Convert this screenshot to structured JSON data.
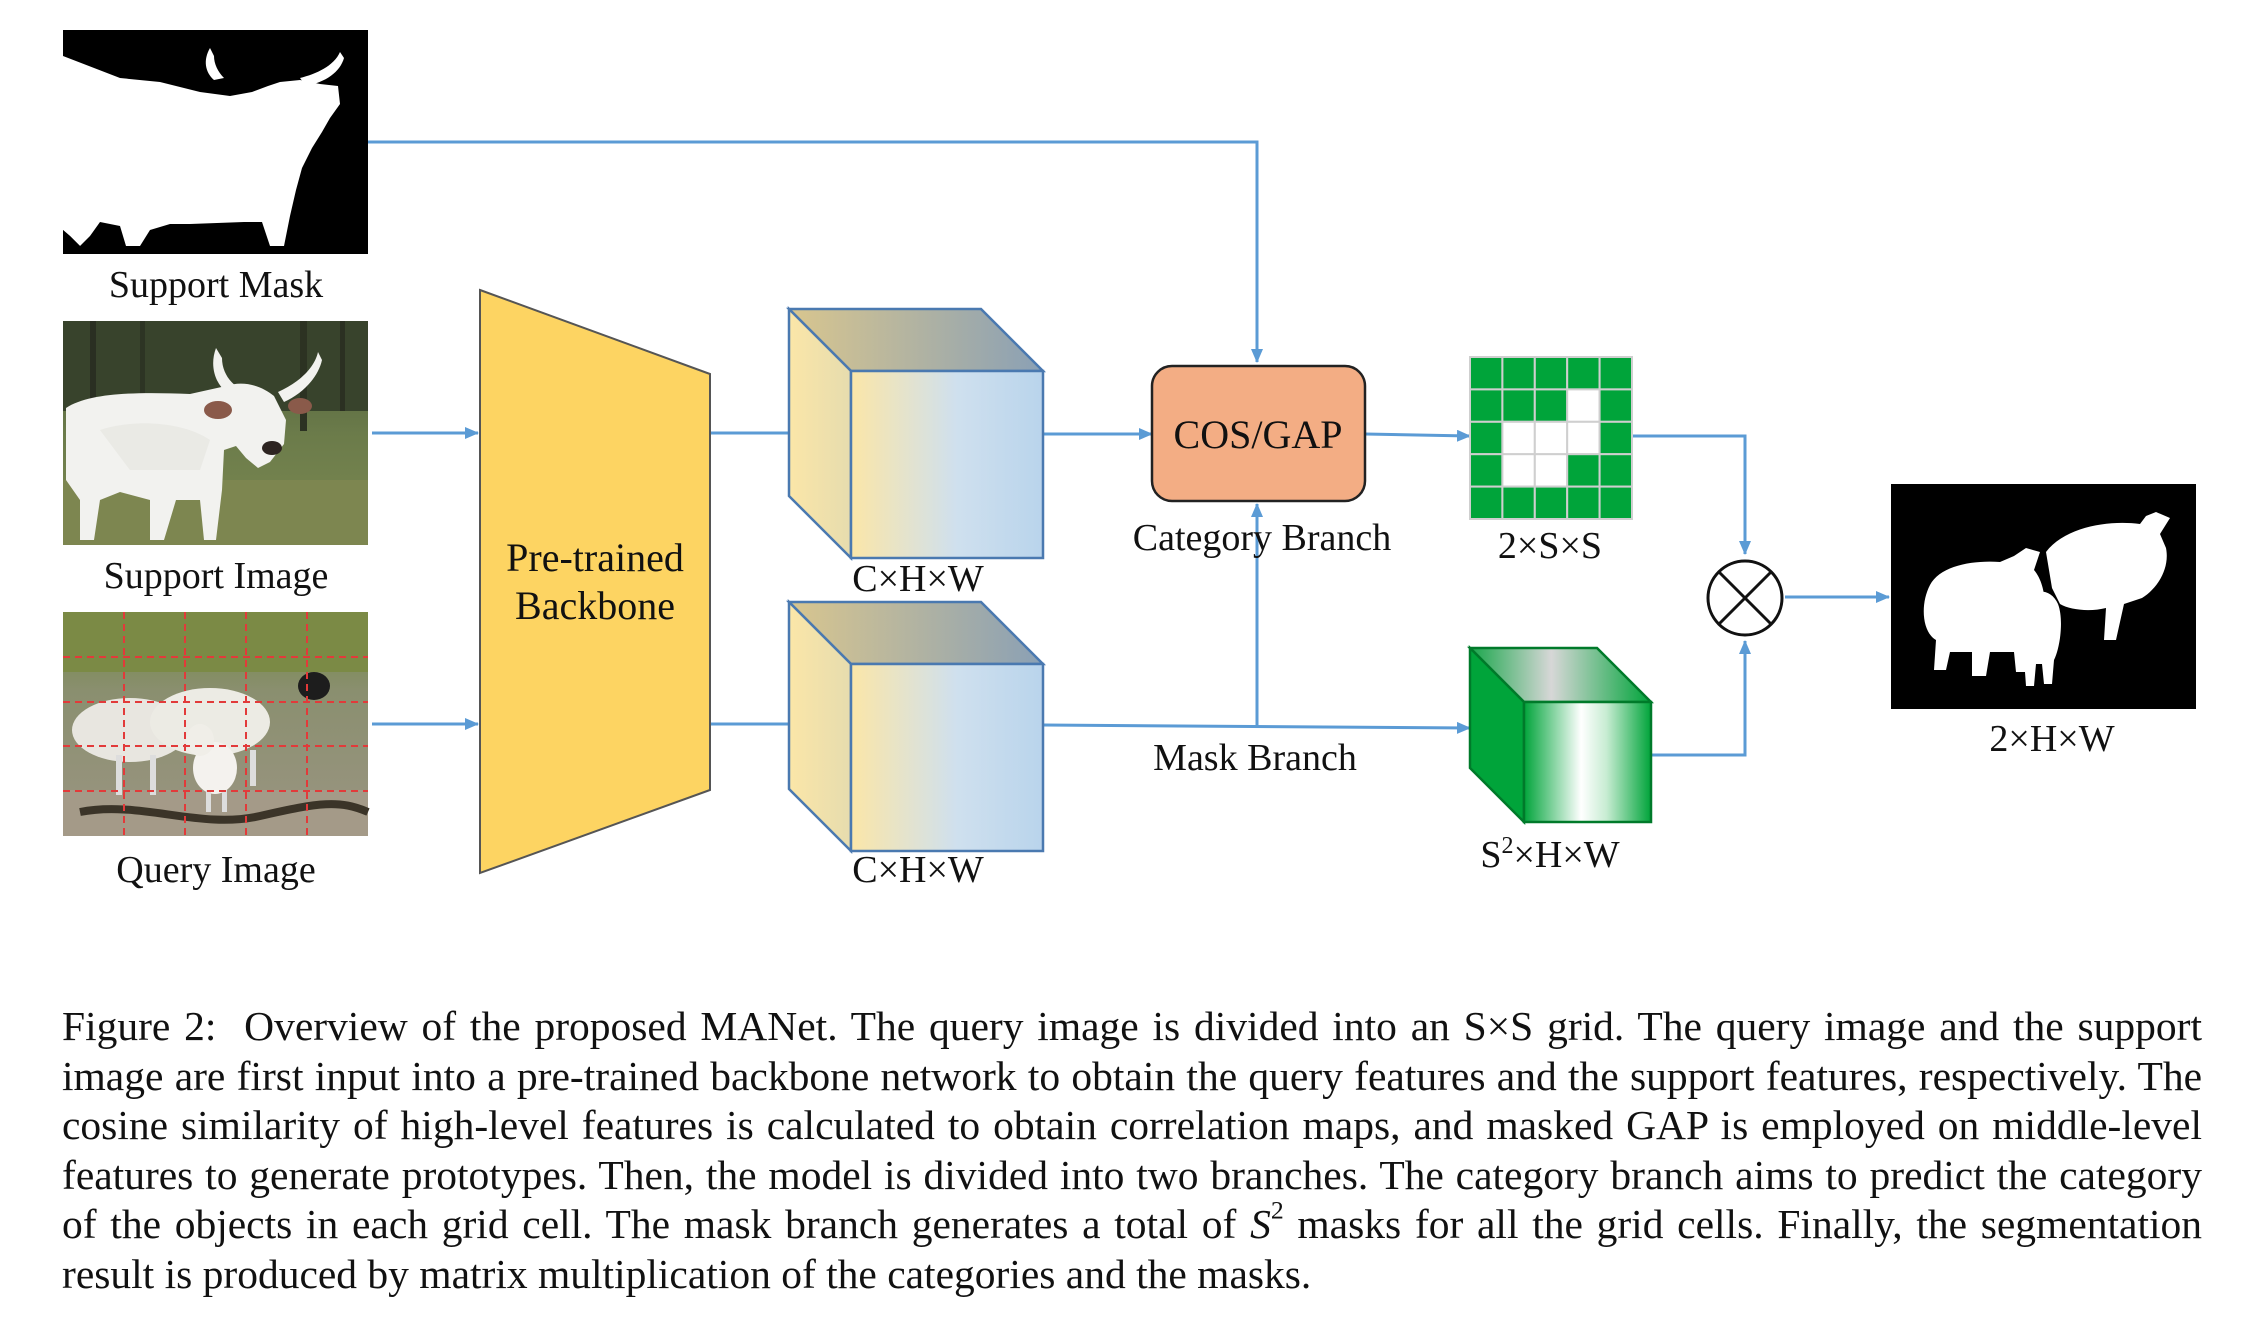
{
  "inputs": {
    "support_mask_label": "Support Mask",
    "support_image_label": "Support Image",
    "query_image_label": "Query Image"
  },
  "backbone": {
    "label_line1": "Pre-trained",
    "label_line2": "Backbone"
  },
  "features": {
    "support_dims": "C×H×W",
    "query_dims": "C×H×W"
  },
  "cos_gap": {
    "label": "COS/GAP"
  },
  "branches": {
    "category": "Category Branch",
    "mask": "Mask Branch"
  },
  "category_grid": {
    "dims": "2×S×S",
    "rows": 5,
    "cols": 5,
    "white_cells": [
      [
        1,
        3
      ],
      [
        2,
        1
      ],
      [
        2,
        2
      ],
      [
        2,
        3
      ],
      [
        3,
        1
      ],
      [
        3,
        2
      ]
    ],
    "color": "#00a43a"
  },
  "masks": {
    "dims_base": "S",
    "dims_exp": "2",
    "dims_rest": "×H×W"
  },
  "output": {
    "dims": "2×H×W"
  },
  "colors": {
    "arrow": "#5b9bd5",
    "backbone": "#fdd462",
    "cos_gap": "#f3ad84",
    "mask_green": "#00a43a"
  },
  "caption": {
    "label": "Figure 2:",
    "text_1": "Overview of the proposed MANet. The query image is divided into an S×S grid. The query image and the support image are first input into a pre-trained backbone network to obtain the query features and the support features, respectively. The cosine similarity of high-level features is calculated to obtain correlation maps, and masked GAP is employed on middle-level features to generate prototypes. Then, the model is divided into two branches. The category branch aims to predict the category of the objects in each grid cell. The mask branch generates a total of",
    "math_base": "S",
    "math_exp": "2",
    "text_2": "masks for all the grid cells. Finally, the segmentation result is produced by matrix multiplication of the categories and the masks."
  }
}
